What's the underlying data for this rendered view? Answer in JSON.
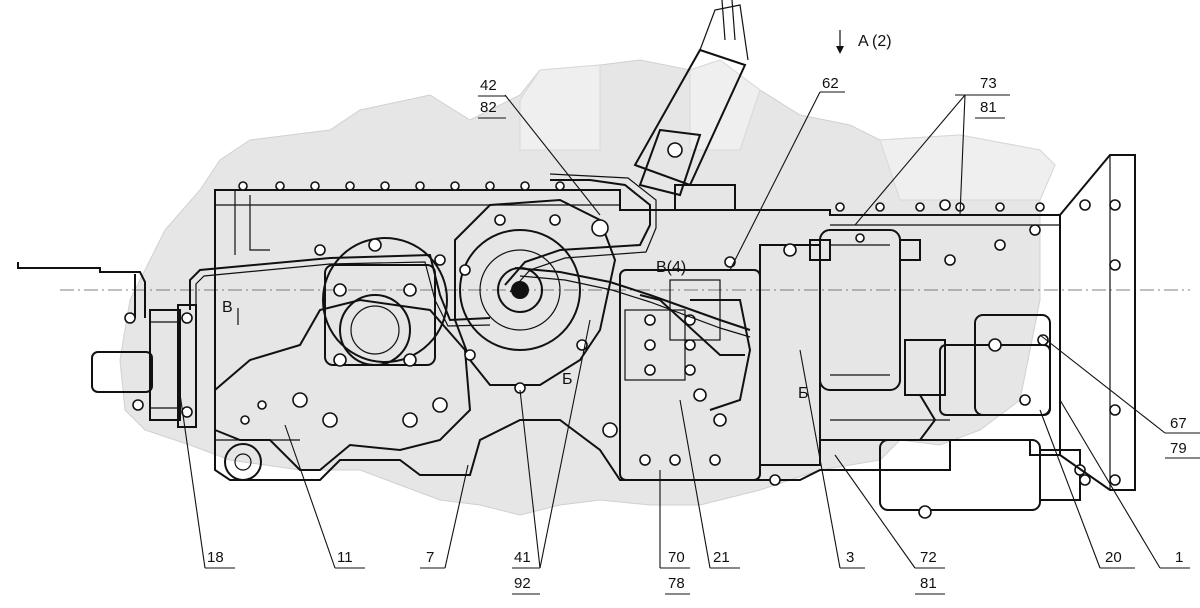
{
  "callouts": {
    "c42": "42",
    "c82": "82",
    "c62": "62",
    "c73": "73",
    "c81a": "81",
    "c67": "67",
    "c79": "79",
    "c18": "18",
    "c11": "11",
    "c7": "7",
    "c41": "41",
    "c92": "92",
    "c70": "70",
    "c78": "78",
    "c21": "21",
    "c3": "3",
    "c72": "72",
    "c81b": "81",
    "c20": "20",
    "c1": "1"
  },
  "view_marks": {
    "a_main": "A",
    "a_sheet": "(2)",
    "b_left": "В",
    "b_top": "В(4)",
    "be_left": "Б",
    "be_right": "Б"
  }
}
